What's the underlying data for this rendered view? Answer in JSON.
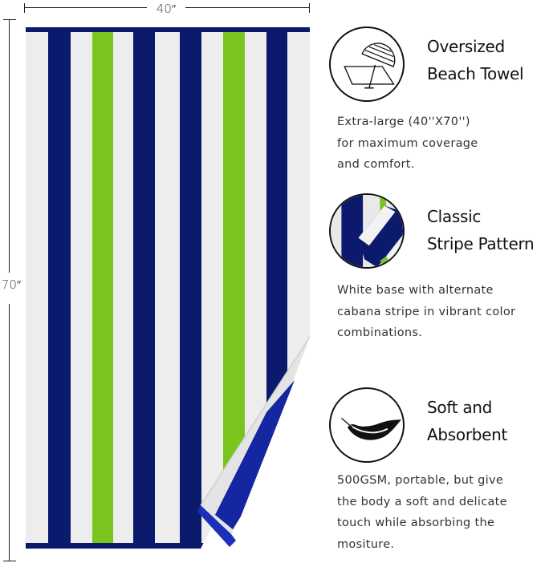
{
  "dimensions": {
    "width_label": "40″",
    "height_label": "70″"
  },
  "towel": {
    "colors": {
      "navy": "#0c1a6e",
      "green": "#7ac41e",
      "white": "#ededed"
    },
    "stripe_order": [
      "white",
      "navy",
      "white",
      "green",
      "white",
      "navy",
      "white",
      "navy",
      "white",
      "green",
      "white",
      "navy",
      "white"
    ]
  },
  "features": [
    {
      "icon": "beach-umbrella-icon",
      "title_lines": [
        "Oversized",
        "Beach Towel"
      ],
      "desc_lines": [
        "Extra-large (40''X70'')",
        "for maximum coverage",
        "and comfort."
      ]
    },
    {
      "icon": "folded-stripe-towel-icon",
      "title_lines": [
        "Classic",
        "Stripe Pattern"
      ],
      "desc_lines": [
        "White base with alternate",
        "cabana stripe in vibrant color",
        "combinations."
      ]
    },
    {
      "icon": "feather-icon",
      "title_lines": [
        "Soft and",
        "Absorbent"
      ],
      "desc_lines": [
        "500GSM, portable, but give",
        "the body a soft and delicate",
        "touch while absorbing the",
        "mositure."
      ]
    }
  ]
}
